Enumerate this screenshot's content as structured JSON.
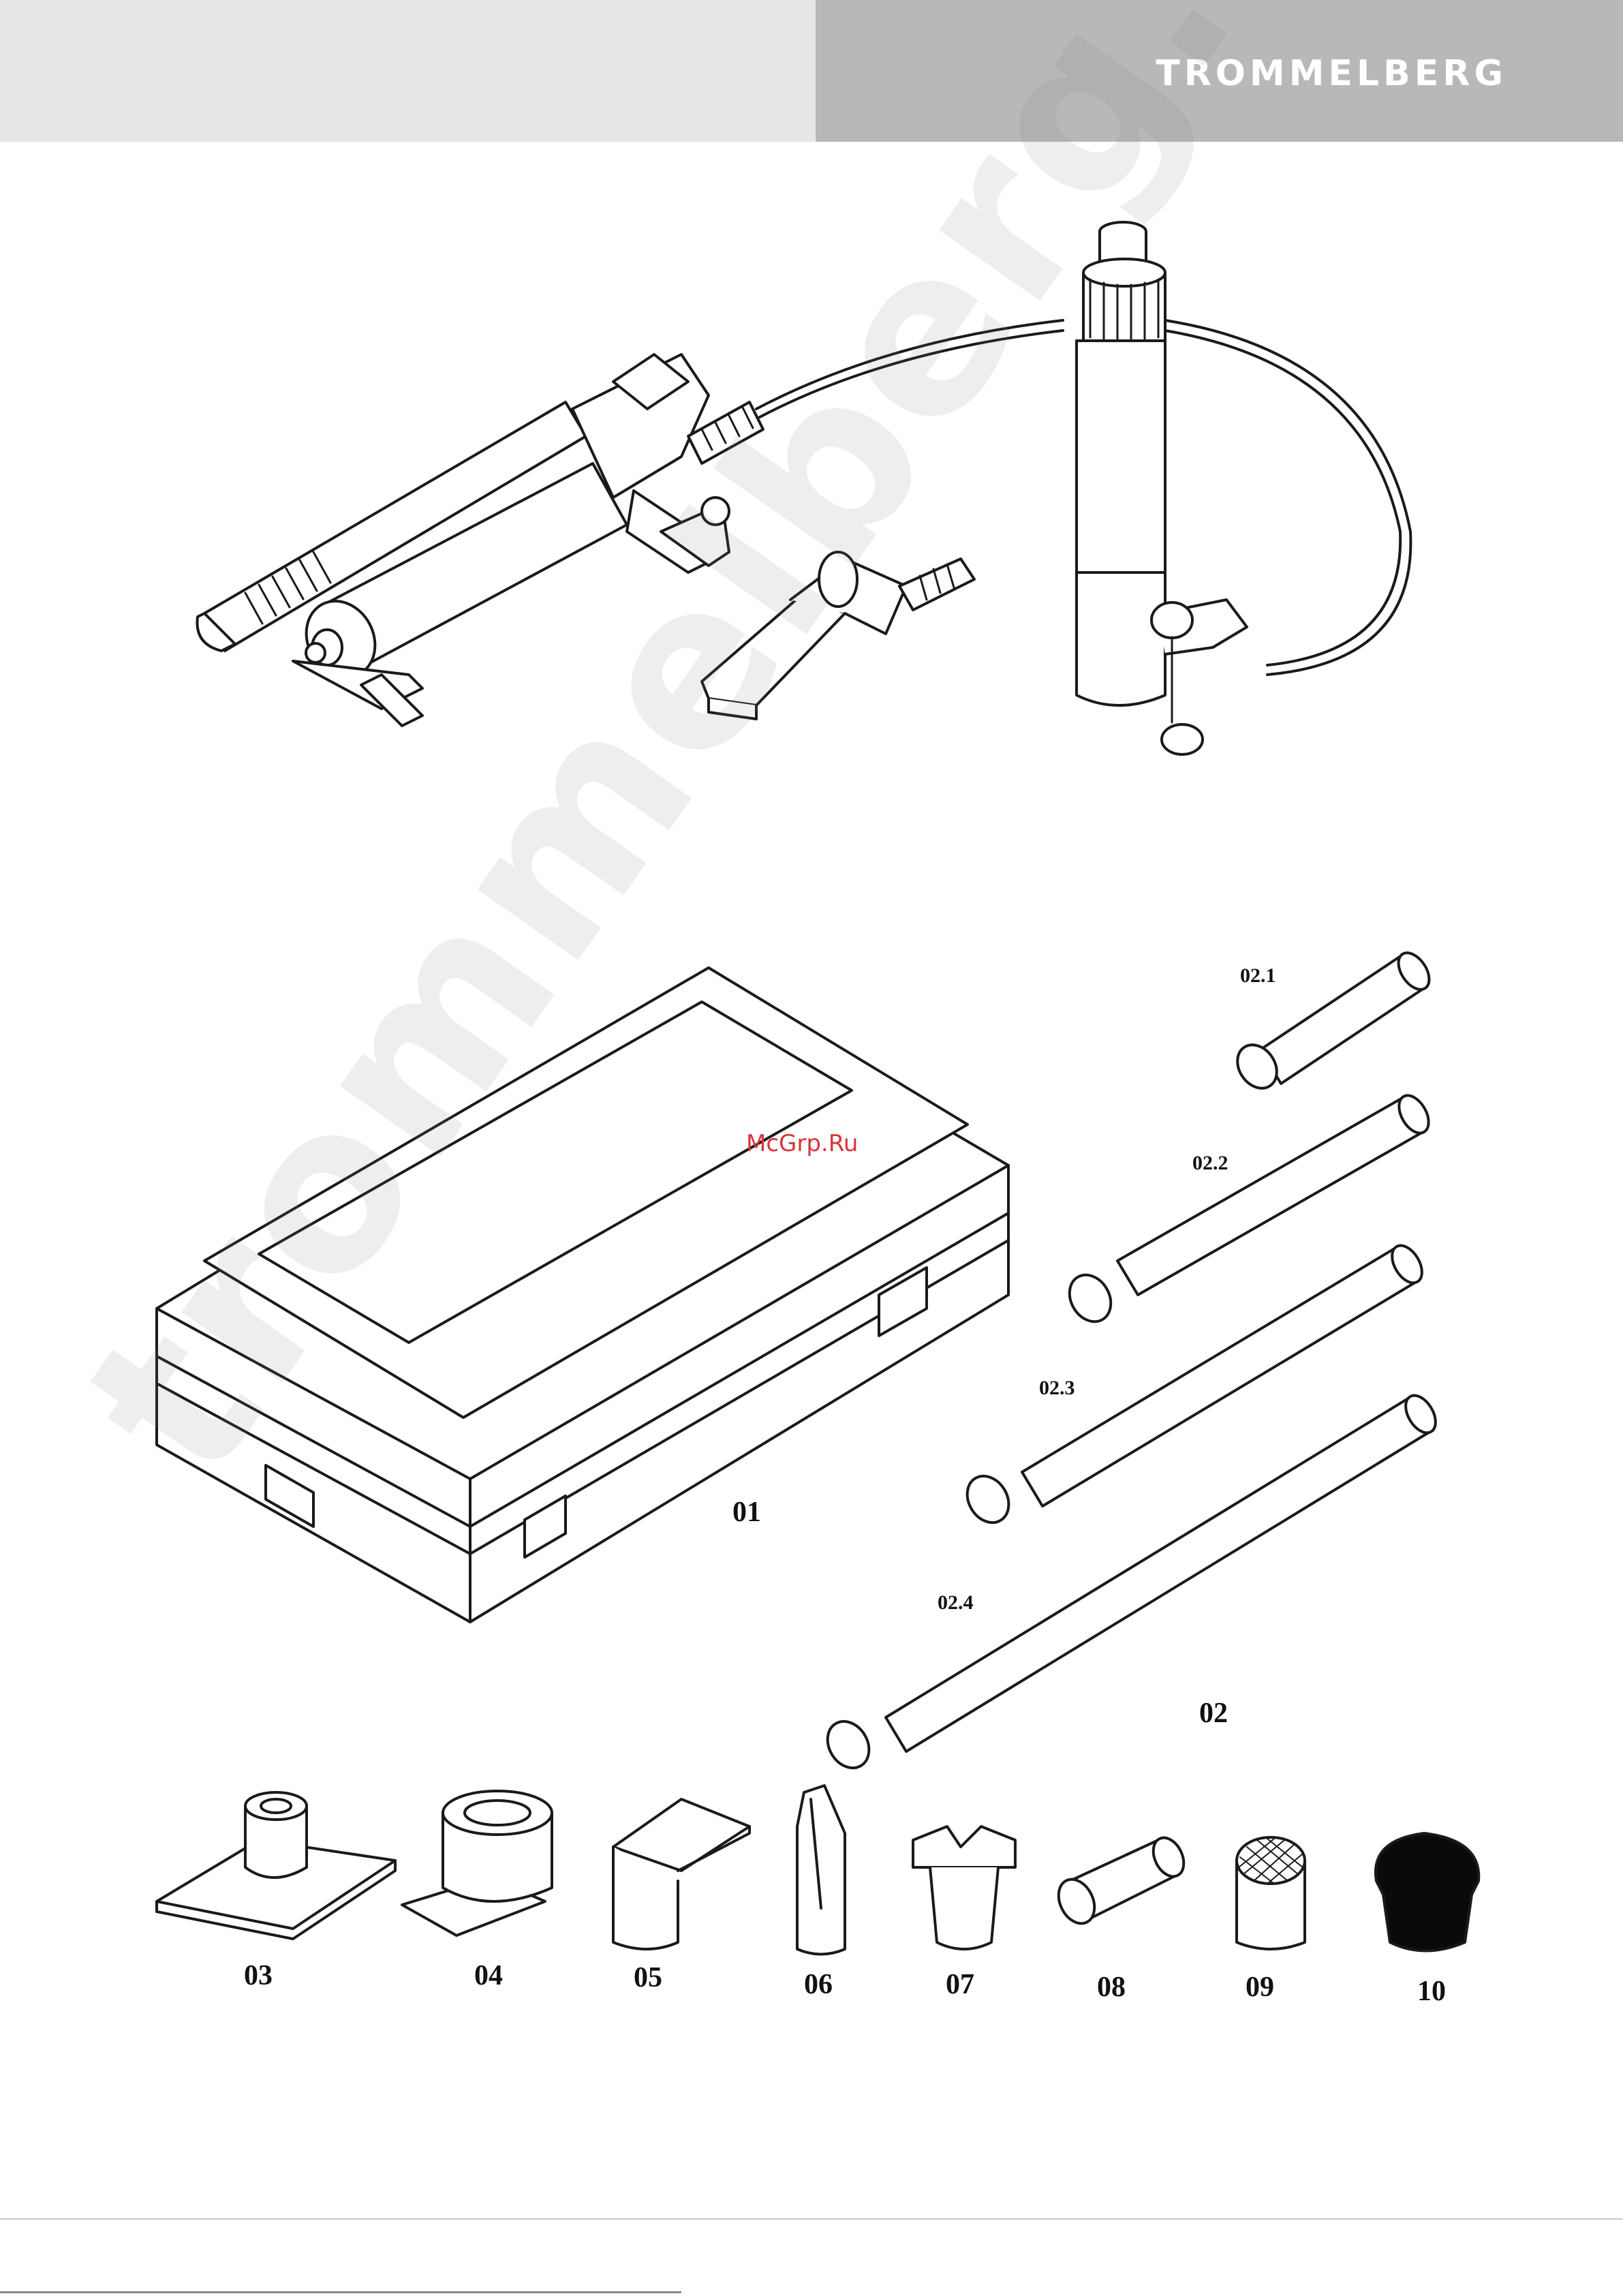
{
  "header": {
    "brand": "TROMMELBERG"
  },
  "watermarks": {
    "site": "trommelberg.ru",
    "mcgrp": "McGrp.Ru"
  },
  "labels": {
    "case": "01",
    "extensions": "02",
    "ext_1": "02.1",
    "ext_2": "02.2",
    "ext_3": "02.3",
    "ext_4": "02.4",
    "item_03": "03",
    "item_04": "04",
    "item_05": "05",
    "item_06": "06",
    "item_07": "07",
    "item_08": "08",
    "item_09": "09",
    "item_10": "10"
  },
  "colors": {
    "header_light": "#e6e6e7",
    "header_dark": "#b8b8b9",
    "watermark_red": "#d8343a"
  }
}
